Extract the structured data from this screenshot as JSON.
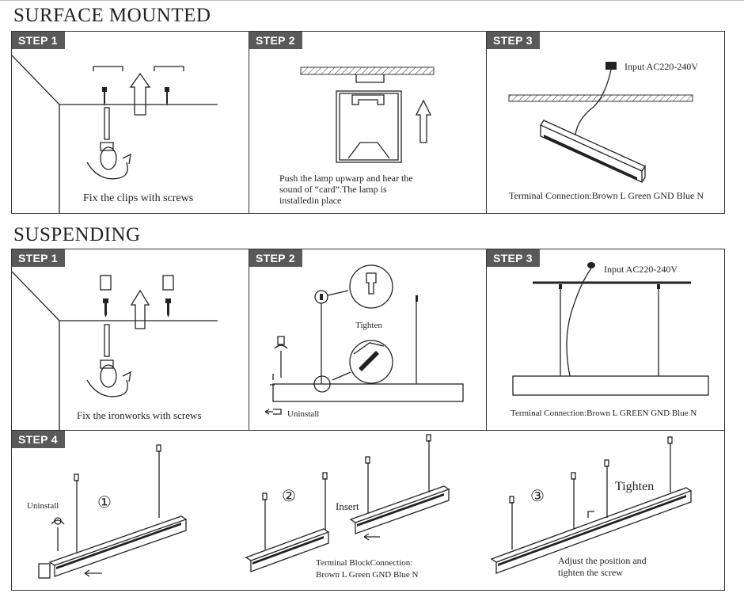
{
  "sections": {
    "surface": "SURFACE MOUNTED",
    "suspending": "SUSPENDING"
  },
  "surface": {
    "step1": {
      "tag": "STEP 1",
      "caption": "Fix the clips with screws"
    },
    "step2": {
      "tag": "STEP 2",
      "caption_lines": [
        "Push the lamp upwarp and hear the",
        "sound of “card”.The lamp is",
        "installedin place"
      ]
    },
    "step3": {
      "tag": "STEP 3",
      "input": "Input  AC220-240V",
      "caption": "Terminal Connection:Brown L  Green GND Blue N"
    }
  },
  "suspend": {
    "step1": {
      "tag": "STEP 1",
      "caption": "Fix the ironworks with screws"
    },
    "step2": {
      "tag": "STEP 2",
      "tighten": "Tighten",
      "uninstall": "Uninstall"
    },
    "step3": {
      "tag": "STEP 3",
      "input": "Input  AC220-240V",
      "caption": "Terminal Connection:Brown L  GREEN GND Blue N"
    },
    "step4": {
      "tag": "STEP 4",
      "uninstall": "Uninstall",
      "num1": "①",
      "num2": "②",
      "num3": "③",
      "insert": "Insert",
      "tighten": "Tighten",
      "terminal_lines": [
        "Terminal BlockConnection:",
        "Brown L Green GND Blue N"
      ],
      "adjust_lines": [
        "Adjust the position and",
        "tighten the screw"
      ]
    }
  }
}
